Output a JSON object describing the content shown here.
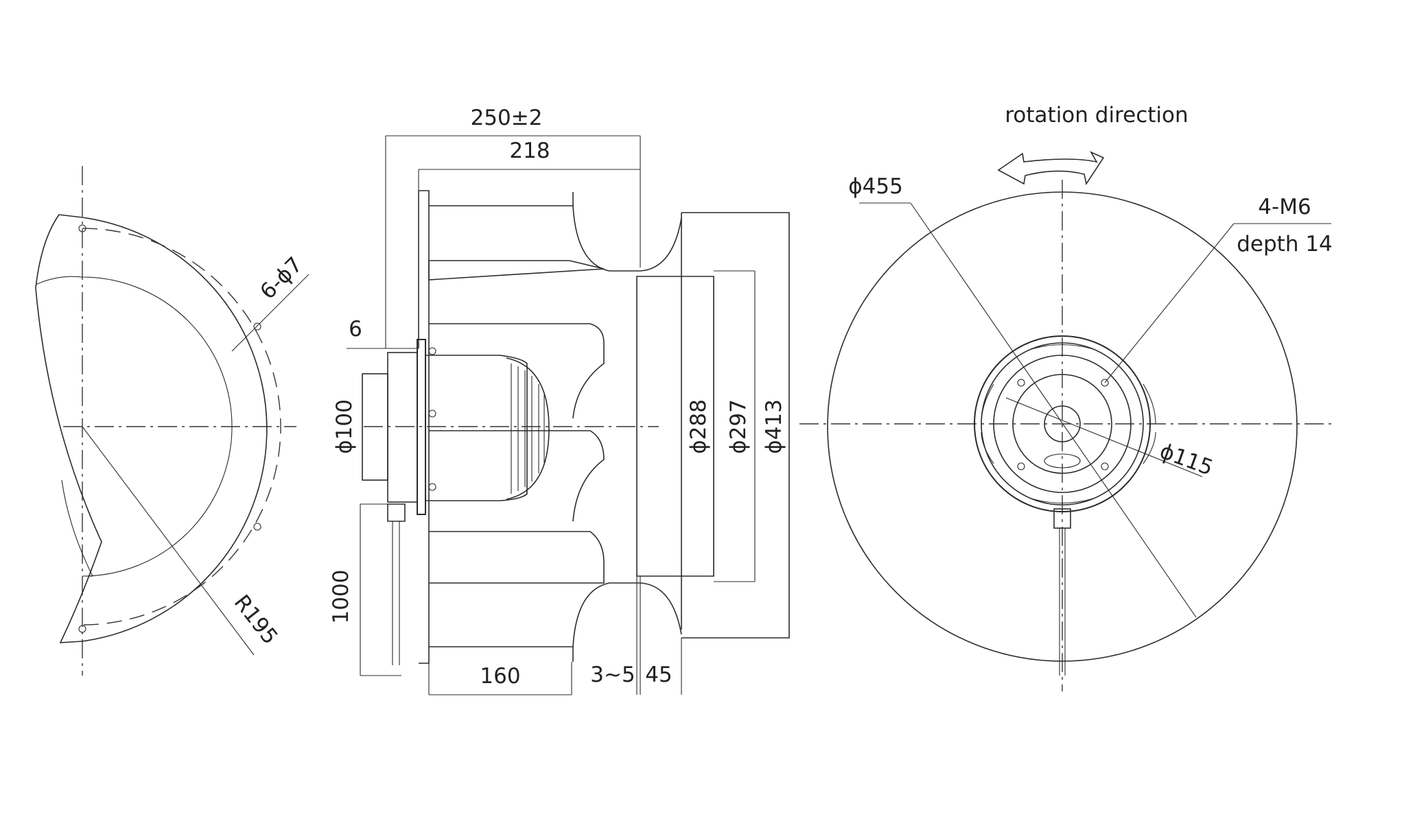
{
  "labels": {
    "overall_length": "250±2",
    "impeller_length": "218",
    "plate_thickness": "6",
    "motor_diameter": "ϕ100",
    "cable_length": "1000",
    "impeller_width": "160",
    "gap": "3~5",
    "inlet_depth": "45",
    "inlet_inner_diameter": "ϕ288",
    "inlet_diameter": "ϕ297",
    "inlet_flange_diameter": "ϕ413",
    "rotation_direction": "rotation direction",
    "impeller_diameter": "ϕ455",
    "mounting_thread": "4-M6",
    "thread_depth": "depth 14",
    "hub_diameter": "ϕ115",
    "mounting_holes": "6-ϕ7",
    "mounting_radius": "R195"
  }
}
